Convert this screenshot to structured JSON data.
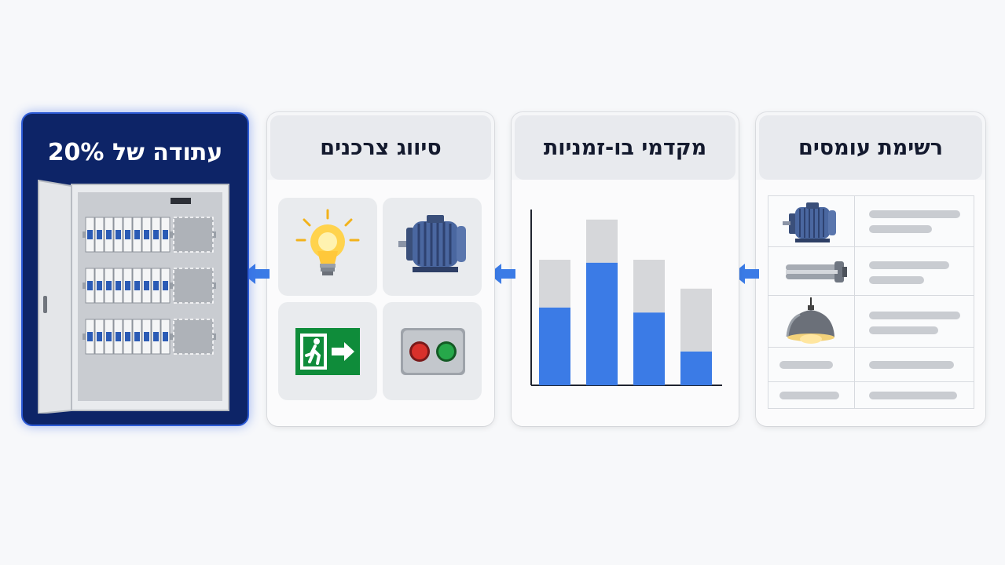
{
  "steps": [
    {
      "title": "רשימת עומסים"
    },
    {
      "title": "מקדמי בו-זמניות"
    },
    {
      "title": "סיווג צרכנים"
    },
    {
      "title": "עתודה של 20%"
    }
  ],
  "colors": {
    "accent": "#3b7be6",
    "highlight_card": "#0d2467",
    "bar_gray": "#d6d7da"
  },
  "load_list_icons": [
    "electric-motor-icon",
    "heating-element-icon",
    "pendant-lamp-icon"
  ],
  "classify_icons": [
    "electric-motor-icon",
    "light-bulb-icon",
    "start-stop-buttons-icon",
    "emergency-exit-sign-icon"
  ],
  "chart_data": {
    "type": "bar",
    "stacked": true,
    "categories": [
      "",
      "",
      "",
      ""
    ],
    "series": [
      {
        "values": [
          0.62,
          0.74,
          0.58,
          0.35
        ],
        "color": "#3b7be6"
      },
      {
        "values": [
          0.38,
          0.26,
          0.42,
          0.65
        ],
        "color": "#d6d7da"
      }
    ],
    "totals": [
      1.0,
      1.32,
      1.0,
      0.77
    ],
    "xlabel": "",
    "ylabel": "",
    "grid": false,
    "legend": "none"
  }
}
